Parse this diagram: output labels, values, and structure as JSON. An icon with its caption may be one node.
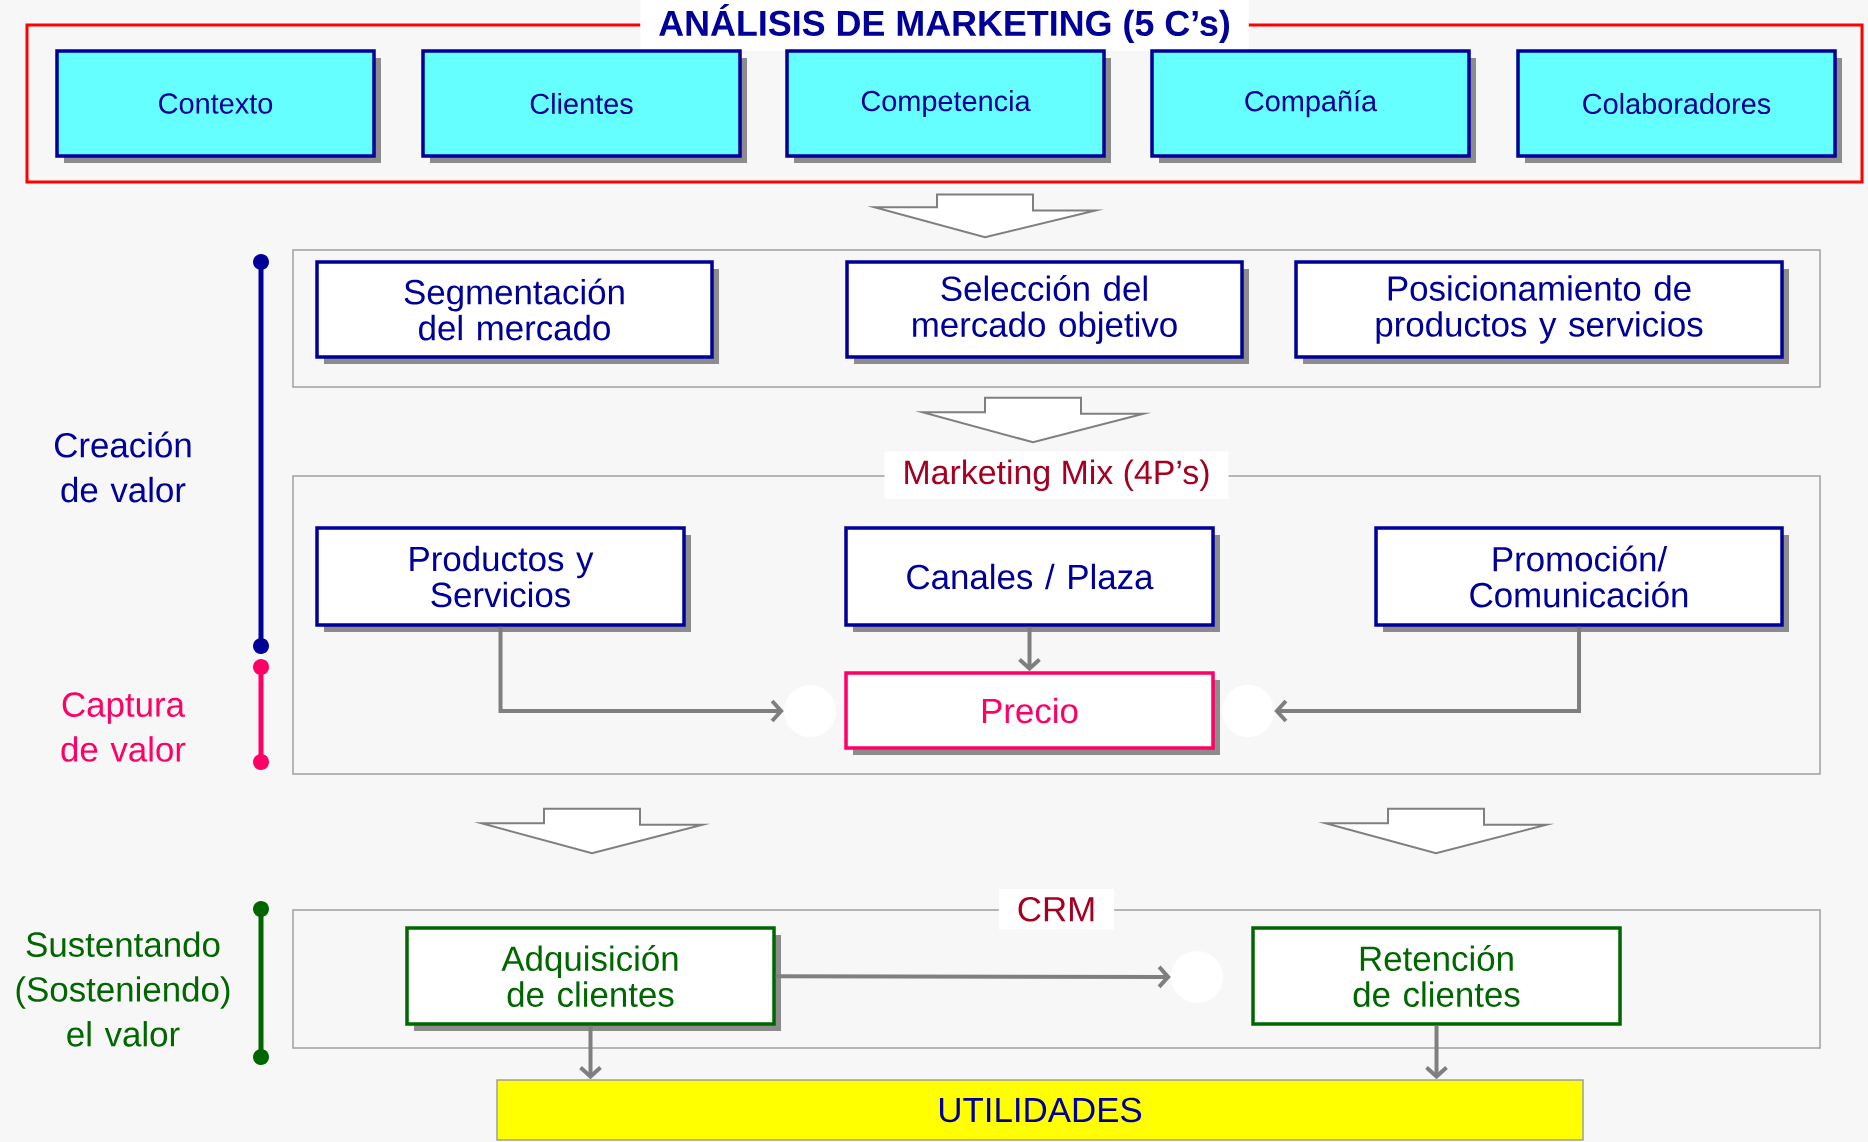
{
  "diagram": {
    "nodes": [
      {
        "text": [
          "ANÁLISIS DE MARKETING (5 C’s)"
        ]
      },
      {
        "text": [
          "Contexto"
        ],
        "in": 0
      },
      {
        "text": [
          "Clientes"
        ],
        "in": 0
      },
      {
        "text": [
          "Competencia"
        ],
        "in": 0
      },
      {
        "text": [
          "Compañía"
        ],
        "in": 0
      },
      {
        "text": [
          "Colaboradores"
        ],
        "in": 0
      },
      {
        "text": [],
        "shape": "box"
      },
      {
        "text": [
          "Segmentación del mercado"
        ],
        "in": 6
      },
      {
        "text": [
          "Selección del mercado objetivo"
        ],
        "in": 6
      },
      {
        "text": [
          "Posicionamiento de productos y servicios"
        ],
        "in": 6
      },
      {
        "text": [
          "Marketing Mix (4P’s)"
        ]
      },
      {
        "text": [
          "Productos y Servicios"
        ],
        "in": 10
      },
      {
        "text": [
          "Canales / Plaza"
        ],
        "in": 10
      },
      {
        "text": [
          "Promoción/ Comunicación"
        ],
        "in": 10
      },
      {
        "text": [],
        "shape": "circle",
        "in": 10
      },
      {
        "text": [
          "Precio"
        ],
        "in": 10
      },
      {
        "text": [],
        "shape": "circle",
        "in": 10
      },
      {
        "text": [
          "CRM"
        ]
      },
      {
        "text": [
          "Adquisición de clientes"
        ],
        "in": 17
      },
      {
        "text": [],
        "shape": "circle",
        "in": 17
      },
      {
        "text": [
          "Retención de clientes"
        ],
        "in": 17
      },
      {
        "text": [
          "UTILIDADES"
        ]
      }
    ],
    "edges": [
      {
        "from": 0,
        "to": 6,
        "arrow": "to",
        "style": "thick"
      },
      {
        "from": 6,
        "to": 10,
        "arrow": "to",
        "style": "thick"
      },
      {
        "from": 10,
        "to": 17,
        "arrow": "to",
        "style": "thick"
      },
      {
        "from": 10,
        "to": 17,
        "arrow": "to",
        "style": "thick"
      },
      {
        "from": 11,
        "to": 14,
        "arrow": "to"
      },
      {
        "from": 12,
        "to": 15,
        "arrow": "to"
      },
      {
        "from": 13,
        "to": 16,
        "arrow": "to"
      },
      {
        "from": 18,
        "to": 19,
        "arrow": "to"
      },
      {
        "from": 18,
        "to": 21,
        "arrow": "to"
      },
      {
        "from": 20,
        "to": 21,
        "arrow": "to"
      }
    ],
    "labels": [
      "Creación de valor",
      "Captura de valor",
      "Sustentando (Sosteniendo) el valor"
    ]
  }
}
